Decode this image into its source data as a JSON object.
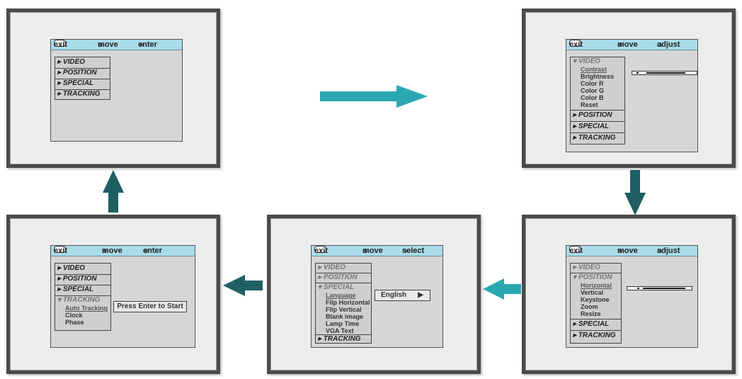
{
  "colors": {
    "accent": "#2aa8b0",
    "dark_arrow": "#1f5f63",
    "header": "#a9dbea"
  },
  "screens": {
    "s1": {
      "header": {
        "exit": "exit",
        "move": "move",
        "third_label": "enter",
        "third_icon": "⊚"
      },
      "items": [
        "VIDEO",
        "POSITION",
        "SPECIAL",
        "TRACKING"
      ]
    },
    "s2": {
      "header": {
        "exit": "exit",
        "move": "move",
        "third_label": "adjust",
        "third_icon": "⊖"
      },
      "items": [
        "VIDEO",
        "POSITION",
        "SPECIAL",
        "TRACKING"
      ],
      "video_sub": [
        "Contrast",
        "Brightness",
        "Color R",
        "Color G",
        "Color B",
        "Reset"
      ],
      "slider_level": 0.6
    },
    "s3": {
      "header": {
        "exit": "exit",
        "move": "move",
        "third_label": "adjust",
        "third_icon": "⊖"
      },
      "items": [
        "VIDEO",
        "POSITION",
        "SPECIAL",
        "TRACKING"
      ],
      "position_sub": [
        "Horizontal",
        "Vertical",
        "Keystone",
        "Zoom",
        "Resize"
      ],
      "slider_level": 0.65
    },
    "s4": {
      "header": {
        "exit": "exit",
        "move": "move",
        "third_label": "select",
        "third_icon": "⊖"
      },
      "items": [
        "VIDEO",
        "POSITION",
        "SPECIAL",
        "TRACKING"
      ],
      "special_sub": [
        "Language",
        "Flip Horizontal",
        "Flip Vertical",
        "Blank image",
        "Lamp Time",
        "VGA Text"
      ],
      "language_value": "English"
    },
    "s5": {
      "header": {
        "exit": "exit",
        "move": "move",
        "third_label": "enter",
        "third_icon": "⊚"
      },
      "items": [
        "VIDEO",
        "POSITION",
        "SPECIAL",
        "TRACKING"
      ],
      "tracking_sub": [
        "Auto Tracking",
        "Clock",
        "Phase"
      ],
      "prompt": "Press Enter to Start"
    }
  }
}
